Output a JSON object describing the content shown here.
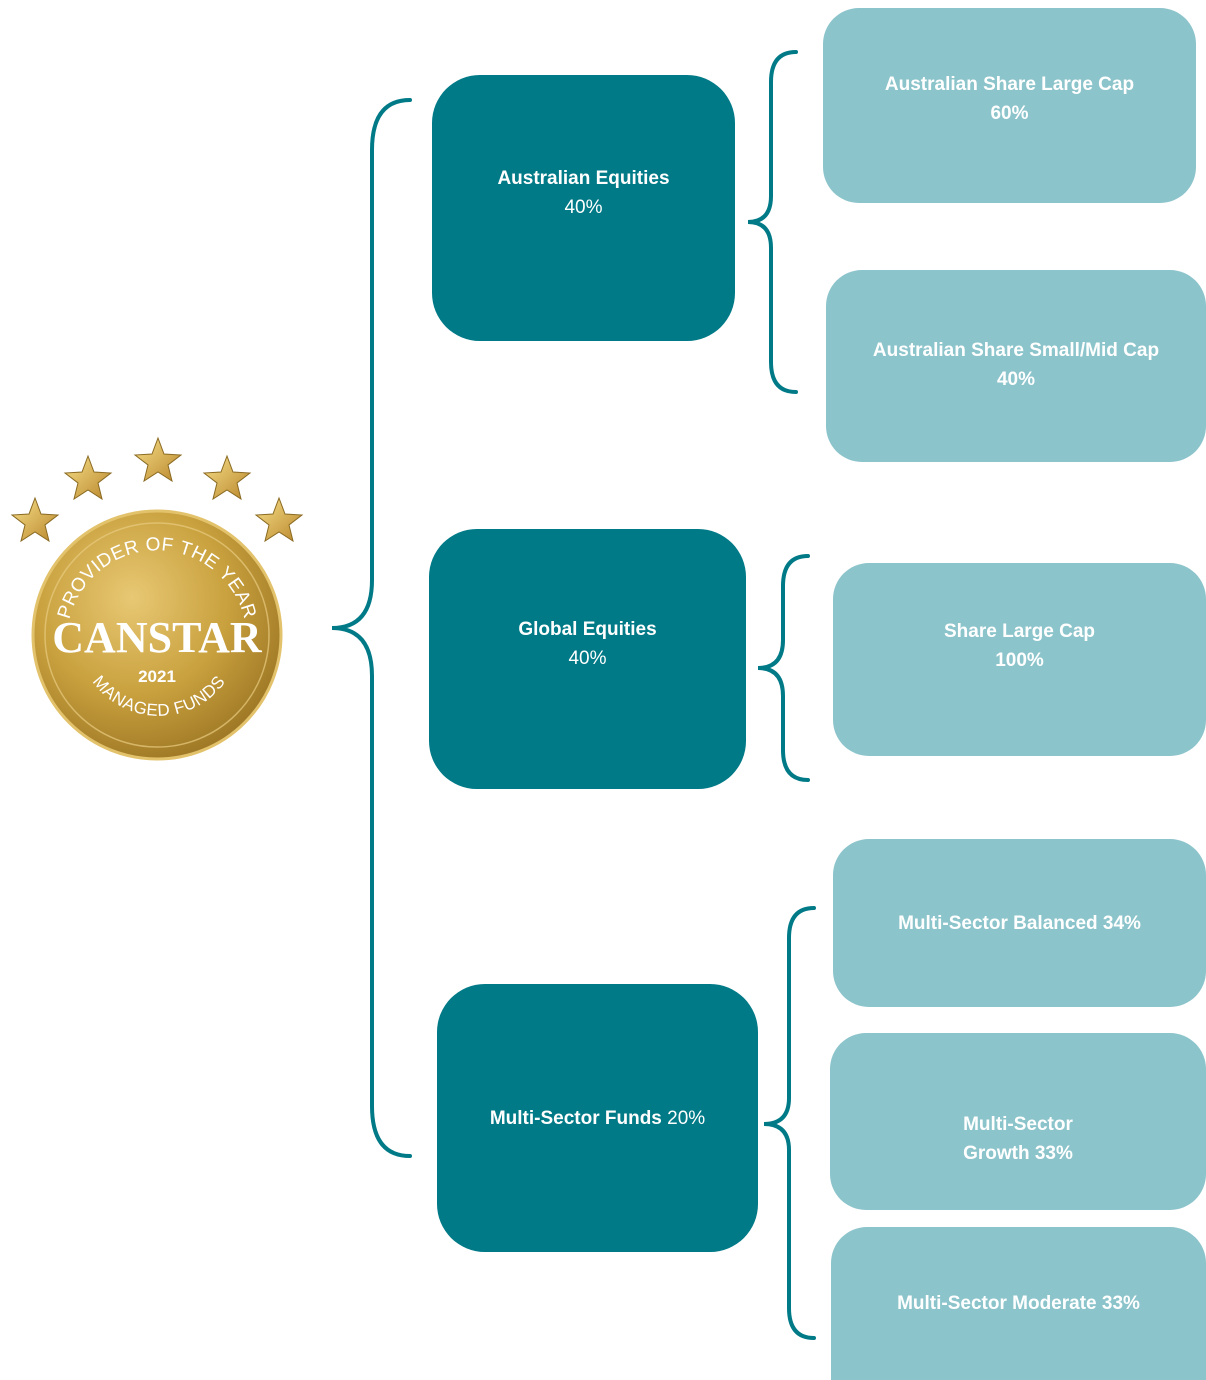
{
  "badge": {
    "arc_top": "PROVIDER OF THE YEAR",
    "brand": "CANSTAR",
    "year": "2021",
    "arc_bottom": "MANAGED FUNDS"
  },
  "colors": {
    "main_box": "#007a87",
    "sub_box": "#8cc4cb",
    "brace": "#007a87",
    "gold": "#c9a13e"
  },
  "tree": {
    "australian_equities": {
      "name": "Australian Equities",
      "pct": "40%",
      "children": [
        {
          "name": "Australian Share Large Cap",
          "pct": "60%"
        },
        {
          "name": "Australian Share Small/Mid Cap",
          "pct": "40%"
        }
      ]
    },
    "global_equities": {
      "name": "Global Equities",
      "pct": "40%",
      "children": [
        {
          "name": "Share Large Cap",
          "pct": "100%"
        }
      ]
    },
    "multi_sector": {
      "name": "Multi-Sector Funds",
      "pct": "20%",
      "children": [
        {
          "name": "Multi-Sector Balanced 34%"
        },
        {
          "name_line1": "Multi-Sector",
          "name_line2": "Growth 33%"
        },
        {
          "name": "Multi-Sector Moderate 33%"
        }
      ]
    }
  }
}
